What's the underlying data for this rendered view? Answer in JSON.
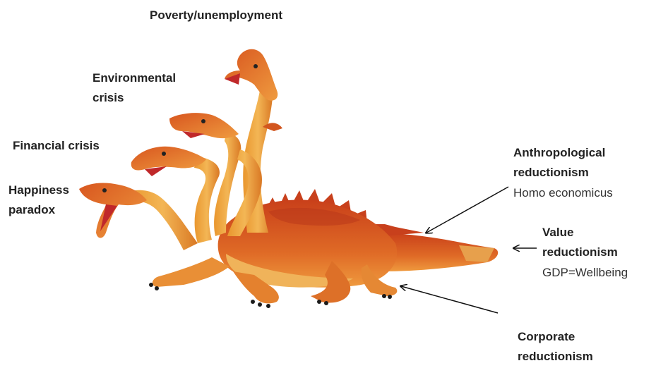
{
  "labels": {
    "poverty": "Poverty/unemployment",
    "environmental_1": "Environmental",
    "environmental_2": "crisis",
    "financial": "Financial crisis",
    "happiness_1": "Happiness",
    "happiness_2": "paradox",
    "anthropological_1": "Anthropological",
    "anthropological_2": "reductionism",
    "anthropological_sub": "Homo economicus",
    "value_1": "Value",
    "value_2": "reductionism",
    "value_sub": "GDP=Wellbeing",
    "corporate_1": "Corporate",
    "corporate_2": "reductionism"
  },
  "colors": {
    "dragon_body": "#d9541c",
    "dragon_neck": "#e9a24a",
    "dragon_belly": "#f2c06a",
    "dragon_mouth": "#c0282a",
    "arrow": "#111111"
  },
  "illustration": "five-headed-hydra-dragon"
}
